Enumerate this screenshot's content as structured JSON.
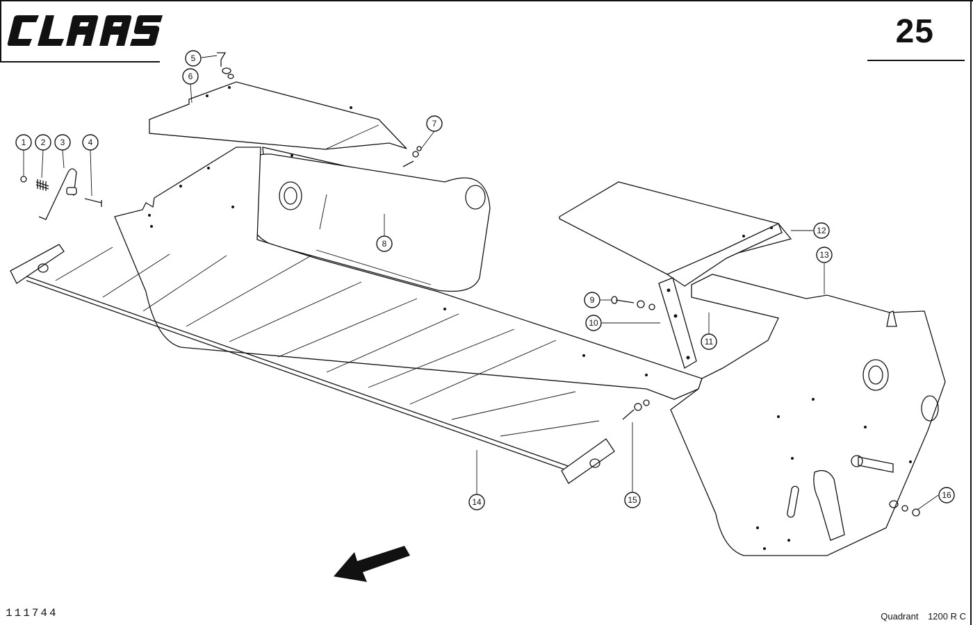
{
  "header": {
    "brand": "CLAAS",
    "page_number": "25"
  },
  "footer": {
    "drawing_number": "111744",
    "model_name": "Quadrant",
    "model_variant": "1200 R C"
  },
  "callouts": [
    {
      "label": "1"
    },
    {
      "label": "2"
    },
    {
      "label": "3"
    },
    {
      "label": "4"
    },
    {
      "label": "5"
    },
    {
      "label": "6"
    },
    {
      "label": "7"
    },
    {
      "label": "8"
    },
    {
      "label": "9"
    },
    {
      "label": "10"
    },
    {
      "label": "11"
    },
    {
      "label": "12"
    },
    {
      "label": "13"
    },
    {
      "label": "14"
    },
    {
      "label": "15"
    },
    {
      "label": "16"
    }
  ],
  "icons": {
    "direction": "direction-arrow-icon",
    "logo": "claas-logo"
  }
}
